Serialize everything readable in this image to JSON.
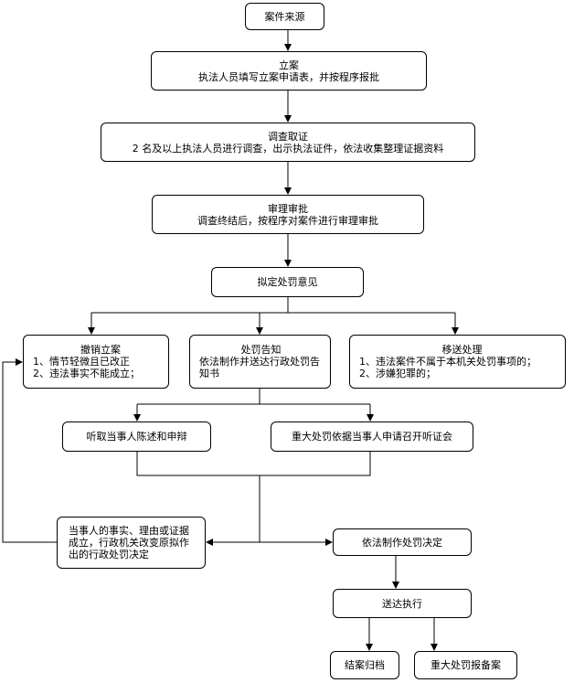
{
  "nodes": {
    "case_source": {
      "title": "案件来源"
    },
    "filing": {
      "title": "立案",
      "desc": "执法人员填写立案申请表，并按程序报批"
    },
    "investigation": {
      "title": "调查取证",
      "desc": "2 名及以上执法人员进行调查，出示执法证件，依法收集整理证据资料"
    },
    "review": {
      "title": "审理审批",
      "desc": "调查终结后，按程序对案件进行审理审批"
    },
    "proposal": {
      "title": "拟定处罚意见"
    },
    "revoke": {
      "title": "撤销立案",
      "items": [
        "1、情节轻微且已改正",
        "2、违法事实不能成立；"
      ]
    },
    "notice": {
      "title": "处罚告知",
      "desc": "依法制作并送达行政处罚告知书"
    },
    "transfer": {
      "title": "移送处理",
      "items": [
        "1、违法案件不属于本机关处罚事项的；",
        "2、涉嫌犯罪的；"
      ]
    },
    "hear_statement": {
      "title": "听取当事人陈述和申辩"
    },
    "hearing": {
      "title": "重大处罚依据当事人申请召开听证会"
    },
    "facts_established": {
      "title": "当事人的事实、理由或证据成立，行政机关改变原拟作出的行政处罚决定"
    },
    "decision": {
      "title": "依法制作处罚决定"
    },
    "execution": {
      "title": "送达执行"
    },
    "archive": {
      "title": "结案归档"
    },
    "report": {
      "title": "重大处罚报备案"
    }
  },
  "colors": {
    "line": "#000000",
    "box_border": "#000000",
    "background": "#ffffff"
  }
}
